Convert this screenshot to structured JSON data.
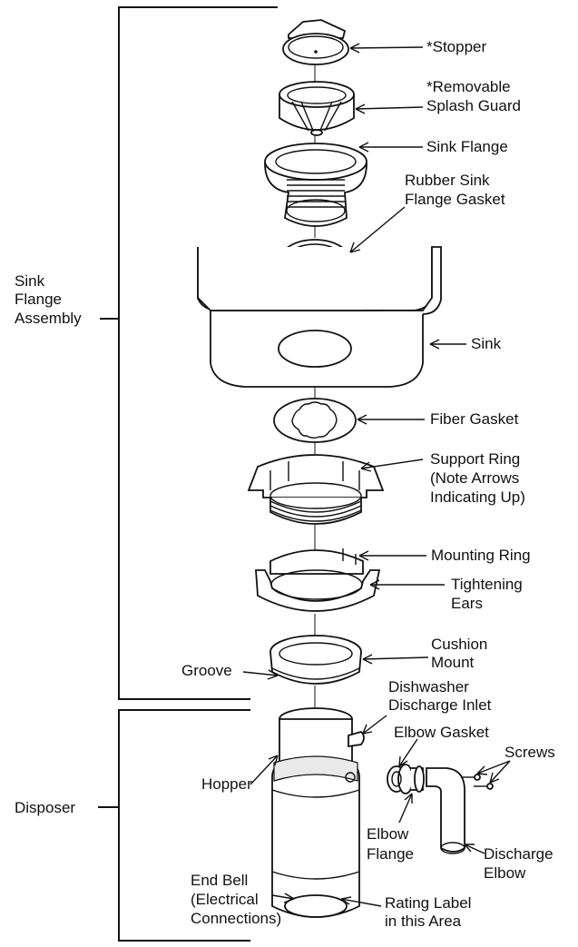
{
  "groups": {
    "sink_flange_assembly": [
      "Sink",
      "Flange",
      "Assembly"
    ],
    "disposer": "Disposer"
  },
  "labels": {
    "stopper": "*Stopper",
    "splash_guard": [
      "*Removable",
      "Splash Guard"
    ],
    "sink_flange": "Sink Flange",
    "rubber_gasket": [
      "Rubber Sink",
      "Flange Gasket"
    ],
    "sink": "Sink",
    "fiber_gasket": "Fiber Gasket",
    "support_ring": [
      "Support Ring",
      "(Note Arrows",
      "Indicating Up)"
    ],
    "mounting_ring": "Mounting Ring",
    "tightening_ears": [
      "Tightening",
      "Ears"
    ],
    "cushion_mount": [
      "Cushion",
      "Mount"
    ],
    "groove": "Groove",
    "dishwasher_inlet": [
      "Dishwasher",
      "Discharge Inlet"
    ],
    "elbow_gasket": "Elbow Gasket",
    "screws": "Screws",
    "hopper": "Hopper",
    "elbow_flange": [
      "Elbow",
      "Flange"
    ],
    "discharge_elbow": [
      "Discharge",
      "Elbow"
    ],
    "end_bell": [
      "End Bell",
      "(Electrical",
      "Connections)"
    ],
    "rating_label": [
      "Rating Label",
      "in this Area"
    ]
  }
}
